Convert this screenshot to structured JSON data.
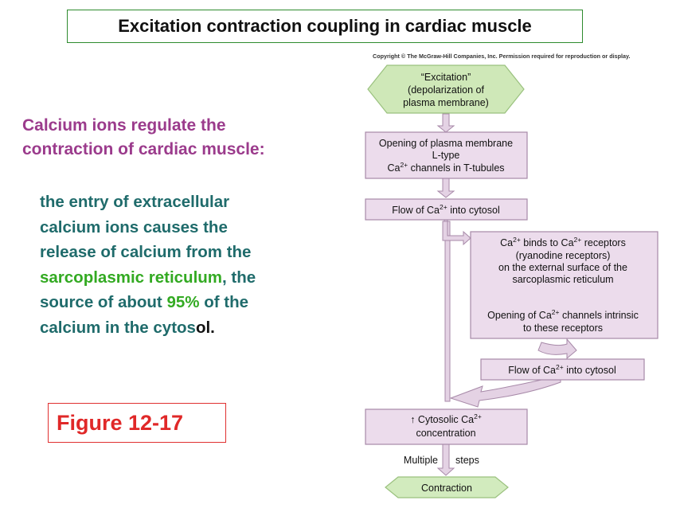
{
  "slide": {
    "title": "Excitation contraction coupling in cardiac muscle",
    "heading_line1": "Calcium ions regulate the",
    "heading_line2": "contraction of cardiac muscle:",
    "body_line1": "the entry of extracellular",
    "body_line2": "calcium ions causes the",
    "body_line3": "release of calcium from the",
    "body_line4_highlight": "sarcoplasmic reticulum",
    "body_line4_rest": ", the",
    "body_line5_a": "source of about ",
    "body_line5_highlight": "95%",
    "body_line5_b": " of the",
    "body_line6_a": "calcium in the cytos",
    "body_line6_b": "ol.",
    "figure_label": "Figure 12-17"
  },
  "diagram": {
    "copyright": "Copyright © The McGraw-Hill Companies, Inc. Permission required for reproduction or display.",
    "excitation_l1": "“Excitation”",
    "excitation_l2": "(depolarization of",
    "excitation_l3": "plasma membrane)",
    "opening_l1": "Opening of plasma membrane",
    "opening_l2": "L-type",
    "opening_l3_a": "Ca",
    "opening_l3_sup": "2+",
    "opening_l3_b": " channels in T-tubules",
    "flow1_a": "Flow of Ca",
    "flow1_sup": "2+",
    "flow1_b": " into cytosol",
    "binds_l1_a": "Ca",
    "binds_l1_sup1": "2+",
    "binds_l1_b": " binds to Ca",
    "binds_l1_sup2": "2+",
    "binds_l1_c": " receptors",
    "binds_l2": "(ryanodine receptors)",
    "binds_l3": "on the external surface of the",
    "binds_l4": "sarcoplasmic reticulum",
    "opening2_l1_a": "Opening of Ca",
    "opening2_l1_sup": "2+",
    "opening2_l1_b": " channels intrinsic",
    "opening2_l2": "to these receptors",
    "flow2_a": "Flow of Ca",
    "flow2_sup": "2+",
    "flow2_b": " into cytosol",
    "cytosolic_l1_a": "↑ Cytosolic Ca",
    "cytosolic_l1_sup": "2+",
    "cytosolic_l2": "concentration",
    "multiple_a": "Multiple",
    "multiple_b": "steps",
    "contraction": "Contraction"
  },
  "colors": {
    "excitation_fill": "#cfe8b8",
    "box_fill": "#ecdcec",
    "box_stroke": "#a789a8",
    "arrow_fill": "#e4d2e4",
    "contraction_fill": "#d2ebbe"
  }
}
